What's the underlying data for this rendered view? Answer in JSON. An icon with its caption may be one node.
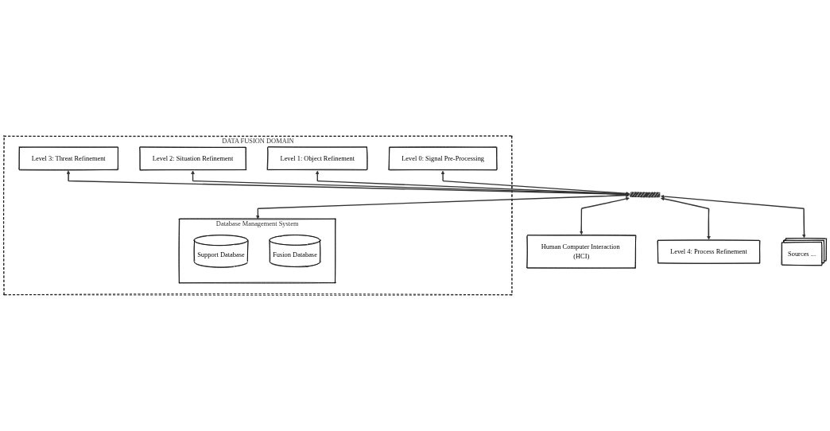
{
  "diagram": {
    "nodes": [
      {
        "text": [
          "Human Computer Interaction (HCI)"
        ]
      },
      {
        "text": [
          "DATA FUSION DOMAIN"
        ]
      },
      {
        "text": [
          "Level 3:  Threat Refinement"
        ],
        "in": 1
      },
      {
        "text": [
          "Level 2:  Situation Refinement"
        ],
        "in": 1
      },
      {
        "text": [
          "Level 1:  Object Refinement"
        ],
        "in": 1
      },
      {
        "text": [
          "Level 0:  Signal Pre-Processing"
        ],
        "in": 1
      },
      {
        "text": [
          "Database Management System"
        ],
        "in": 1
      },
      {
        "text": [
          "Support Database"
        ],
        "in": 6
      },
      {
        "text": [
          "Fusion Database"
        ],
        "in": 6
      },
      {
        "text": [
          "Level 4:  Process Refinement"
        ]
      },
      {
        "text": [
          "Sources ..."
        ]
      },
      {
        "text": [],
        "shape": "bar"
      }
    ],
    "edges": [
      {
        "from": 11,
        "to": 0,
        "arrow": "both"
      },
      {
        "from": 2,
        "to": 11,
        "arrow": "both"
      },
      {
        "from": 3,
        "to": 11,
        "arrow": "both"
      },
      {
        "from": 4,
        "to": 11,
        "arrow": "both"
      },
      {
        "from": 5,
        "to": 11,
        "arrow": "both"
      },
      {
        "from": 11,
        "to": 6,
        "arrow": "both"
      },
      {
        "from": 11,
        "to": 9,
        "arrow": "both"
      },
      {
        "from": 11,
        "to": 10,
        "arrow": "both"
      }
    ]
  }
}
